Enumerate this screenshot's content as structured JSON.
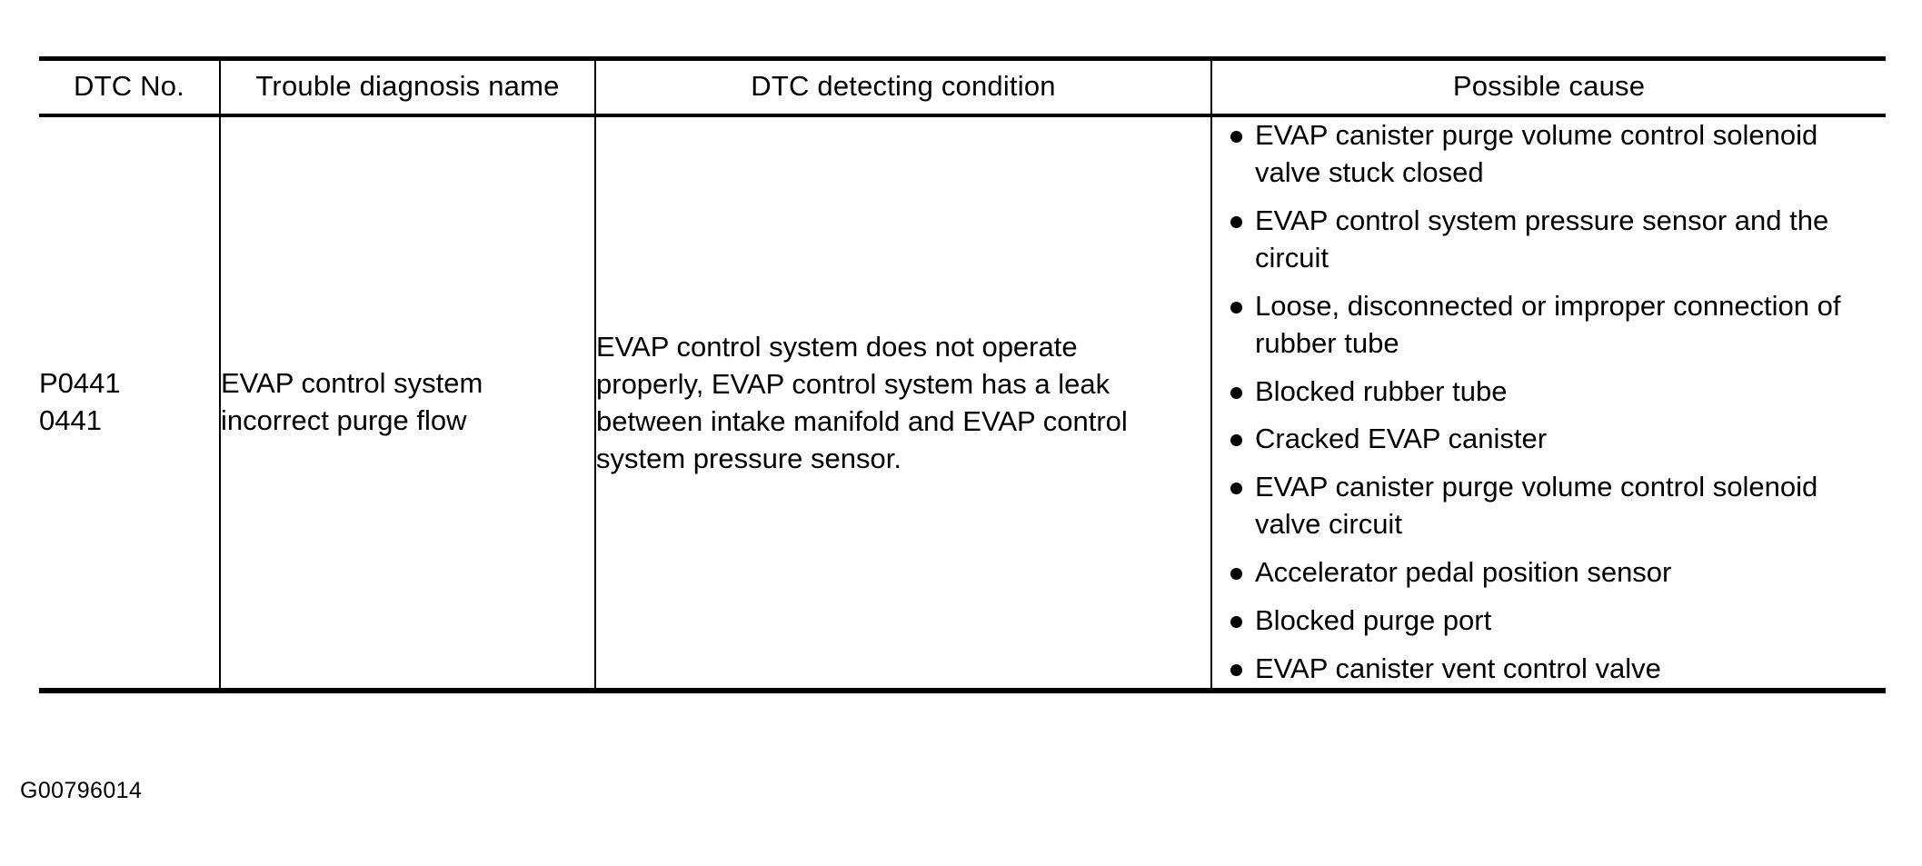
{
  "table": {
    "columns": [
      {
        "key": "dtc_no",
        "label": "DTC No."
      },
      {
        "key": "name",
        "label": "Trouble diagnosis name"
      },
      {
        "key": "cond",
        "label": "DTC detecting condition"
      },
      {
        "key": "cause",
        "label": "Possible cause"
      }
    ],
    "rows": [
      {
        "dtc_no_lines": [
          "P0441",
          "0441"
        ],
        "name_lines": [
          "EVAP control system",
          "incorrect purge flow"
        ],
        "condition_lines": [
          "EVAP control system does not operate",
          "properly, EVAP control system has a leak",
          "between intake manifold and EVAP control",
          "system pressure sensor."
        ],
        "possible_causes": [
          "EVAP canister purge volume control solenoid valve stuck closed",
          "EVAP control system pressure sensor and the circuit",
          "Loose, disconnected or improper connection of rubber tube",
          "Blocked rubber tube",
          "Cracked EVAP canister",
          "EVAP canister purge volume control solenoid valve circuit",
          "Accelerator pedal position sensor",
          "Blocked purge port",
          "EVAP canister vent control valve"
        ]
      }
    ]
  },
  "figure": {
    "caption": "G00796014"
  },
  "colors": {
    "ink": "#000000",
    "paper": "#ffffff"
  }
}
